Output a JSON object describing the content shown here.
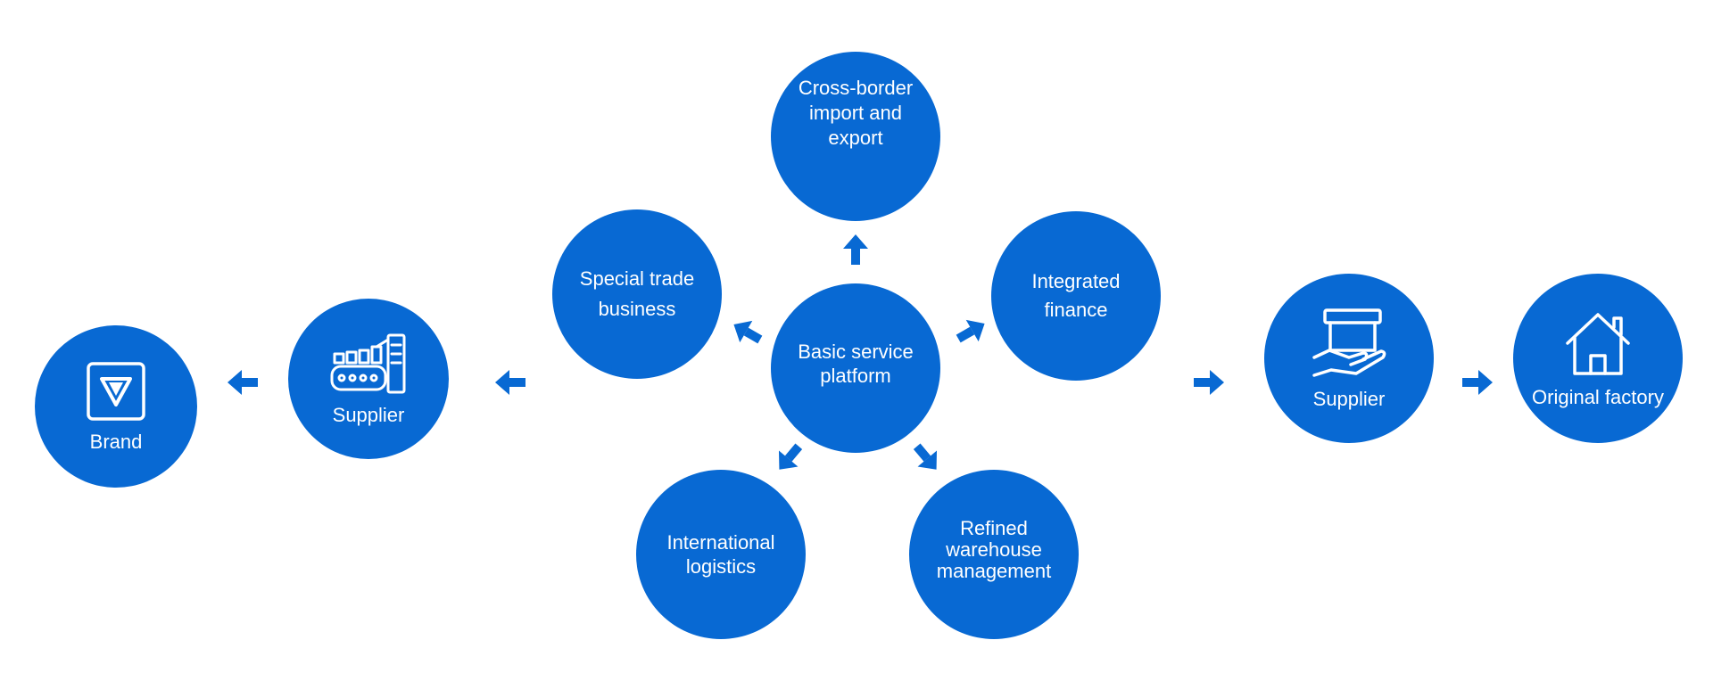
{
  "theme": {
    "accent": "#0869d3",
    "background": "#ffffff",
    "text_on_accent": "#ffffff"
  },
  "nodes": {
    "brand": {
      "label": "Brand",
      "icon": "brand-logo-icon"
    },
    "supplier_left": {
      "label": "Supplier",
      "icon": "factory-icon"
    },
    "special_trade": {
      "label": "Special trade\nbusiness"
    },
    "cross_border": {
      "label": "Cross-border\nimport and export"
    },
    "integrated_finance": {
      "label": "Integrated\nfinance"
    },
    "basic_service": {
      "label": "Basic service\nplatform"
    },
    "international_logistics": {
      "label": "International\nlogistics"
    },
    "refined_warehouse": {
      "label": "Refined\nwarehouse\nmanagement"
    },
    "supplier_right": {
      "label": "Supplier",
      "icon": "box-in-hand-icon"
    },
    "original_factory": {
      "label": "Original factory",
      "icon": "house-icon"
    }
  },
  "arrows": [
    {
      "name": "arrow-to-cross-border",
      "direction": "up"
    },
    {
      "name": "arrow-to-special-trade",
      "direction": "up-left"
    },
    {
      "name": "arrow-to-integrated-finance",
      "direction": "up-right"
    },
    {
      "name": "arrow-to-international-logistics",
      "direction": "down-left"
    },
    {
      "name": "arrow-to-refined-warehouse",
      "direction": "down-right"
    },
    {
      "name": "arrow-to-supplier-left",
      "direction": "left"
    },
    {
      "name": "arrow-to-brand",
      "direction": "left"
    },
    {
      "name": "arrow-to-supplier-right",
      "direction": "right"
    },
    {
      "name": "arrow-to-original-factory",
      "direction": "right"
    }
  ]
}
